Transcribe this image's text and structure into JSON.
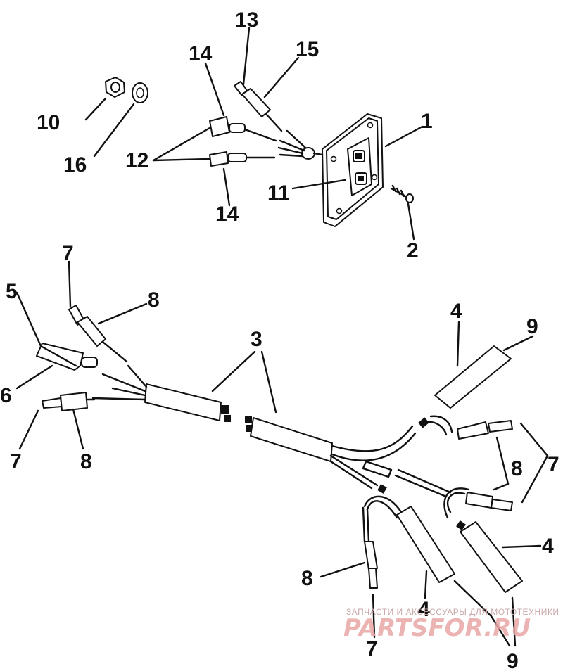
{
  "callouts": {
    "c1": "1",
    "c2": "2",
    "c3": "3",
    "c4a": "4",
    "c4b": "4",
    "c4c": "4",
    "c5": "5",
    "c6": "6",
    "c7a": "7",
    "c7b": "7",
    "c7c": "7",
    "c7d": "7",
    "c8a": "8",
    "c8b": "8",
    "c8c": "8",
    "c8d": "8",
    "c9a": "9",
    "c9b": "9",
    "c10": "10",
    "c11": "11",
    "c12": "12",
    "c13": "13",
    "c14a": "14",
    "c14b": "14",
    "c15": "15",
    "c16": "16"
  },
  "watermark": {
    "line1": "ЗАПЧАСТИ И АКСЕССУАРЫ ДЛЯ МОТОТЕХНИКИ",
    "line2": "PARTSFOR.RU"
  }
}
